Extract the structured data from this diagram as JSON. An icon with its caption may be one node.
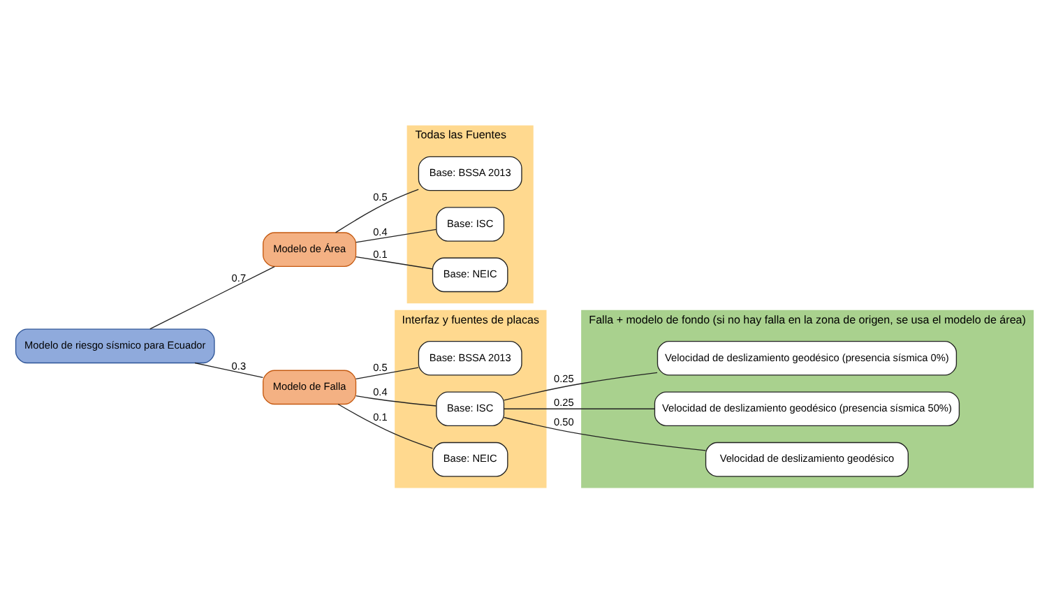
{
  "diagram": {
    "nodes": [
      {
        "text": [
          "Modelo de riesgo sísmico para Ecuador"
        ]
      },
      {
        "text": [
          "Modelo de Área"
        ]
      },
      {
        "text": [
          "Modelo de Falla"
        ]
      },
      {
        "text": [
          "Todas las Fuentes"
        ]
      },
      {
        "text": [
          "Base: BSSA 2013"
        ],
        "in": 3
      },
      {
        "text": [
          "Base: ISC"
        ],
        "in": 3
      },
      {
        "text": [
          "Base: NEIC"
        ],
        "in": 3
      },
      {
        "text": [
          "Interfaz y fuentes de placas"
        ]
      },
      {
        "text": [
          "Base: BSSA 2013"
        ],
        "in": 7
      },
      {
        "text": [
          "Base: ISC"
        ],
        "in": 7
      },
      {
        "text": [
          "Base: NEIC"
        ],
        "in": 7
      },
      {
        "text": [
          "Falla + modelo de fondo (si no hay falla en la zona de origen, se usa el modelo de área)"
        ]
      },
      {
        "text": [
          "Velocidad de deslizamiento geodésico (presencia sísmica 0%)"
        ],
        "in": 11
      },
      {
        "text": [
          "Velocidad de deslizamiento geodésico (presencia sísmica 50%)"
        ],
        "in": 11
      },
      {
        "text": [
          "Velocidad de deslizamiento geodésico"
        ],
        "in": 11
      }
    ],
    "edges": [
      {
        "from": 0,
        "to": 1,
        "arrow": "none",
        "label": "0.7"
      },
      {
        "from": 0,
        "to": 2,
        "arrow": "none",
        "label": "0.3"
      },
      {
        "from": 1,
        "to": 4,
        "arrow": "none",
        "label": "0.5"
      },
      {
        "from": 1,
        "to": 5,
        "arrow": "none",
        "label": "0.4"
      },
      {
        "from": 1,
        "to": 6,
        "arrow": "none",
        "label": "0.1"
      },
      {
        "from": 2,
        "to": 8,
        "arrow": "none",
        "label": "0.5"
      },
      {
        "from": 2,
        "to": 9,
        "arrow": "none",
        "label": "0.4"
      },
      {
        "from": 2,
        "to": 10,
        "arrow": "none",
        "label": "0.1"
      },
      {
        "from": 9,
        "to": 12,
        "arrow": "none",
        "label": "0.25"
      },
      {
        "from": 9,
        "to": 13,
        "arrow": "none",
        "label": "0.25"
      },
      {
        "from": 9,
        "to": 14,
        "arrow": "none",
        "label": "0.50"
      }
    ]
  }
}
